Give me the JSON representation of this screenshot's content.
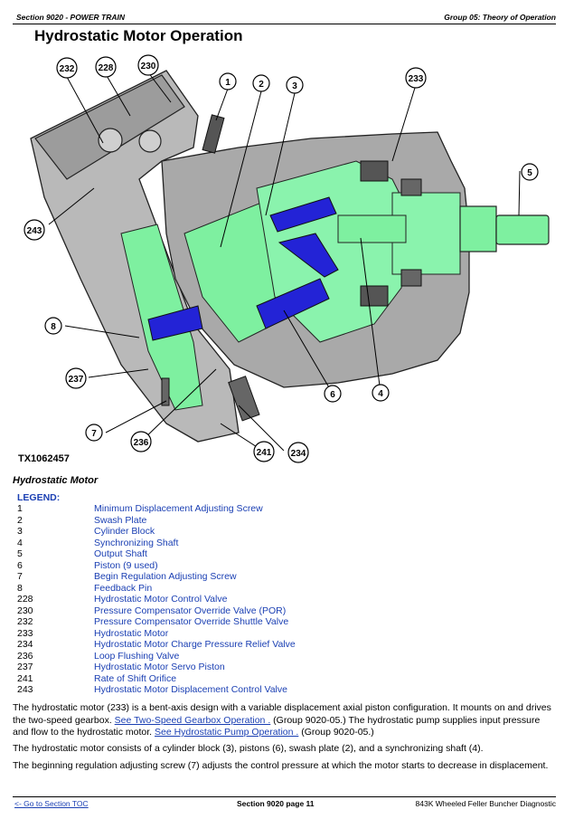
{
  "header": {
    "section": "Section 9020 - POWER TRAIN",
    "group": "Group 05: Theory of Operation"
  },
  "title": "Hydrostatic Motor Operation",
  "figure": {
    "id": "TX1062457",
    "callouts": [
      "232",
      "228",
      "230",
      "1",
      "2",
      "3",
      "233",
      "5",
      "243",
      "8",
      "237",
      "7",
      "236",
      "241",
      "234",
      "6",
      "4"
    ]
  },
  "caption": "Hydrostatic Motor",
  "legend": {
    "title": "LEGEND:",
    "items": [
      {
        "num": "1",
        "text": "Minimum Displacement Adjusting Screw"
      },
      {
        "num": "2",
        "text": "Swash Plate"
      },
      {
        "num": "3",
        "text": "Cylinder Block"
      },
      {
        "num": "4",
        "text": "Synchronizing Shaft"
      },
      {
        "num": "5",
        "text": "Output Shaft"
      },
      {
        "num": "6",
        "text": "Piston (9 used)"
      },
      {
        "num": "7",
        "text": "Begin Regulation Adjusting Screw"
      },
      {
        "num": "8",
        "text": "Feedback Pin"
      },
      {
        "num": "228",
        "text": "Hydrostatic Motor Control Valve"
      },
      {
        "num": "230",
        "text": "Pressure Compensator Override Valve (POR)"
      },
      {
        "num": "232",
        "text": "Pressure Compensator Override Shuttle Valve"
      },
      {
        "num": "233",
        "text": "Hydrostatic Motor"
      },
      {
        "num": "234",
        "text": "Hydrostatic Motor Charge Pressure Relief Valve"
      },
      {
        "num": "236",
        "text": "Loop Flushing Valve"
      },
      {
        "num": "237",
        "text": "Hydrostatic Motor Servo Piston"
      },
      {
        "num": "241",
        "text": "Rate of Shift Orifice"
      },
      {
        "num": "243",
        "text": "Hydrostatic Motor Displacement Control Valve"
      }
    ]
  },
  "paragraphs": {
    "p1_a": "The hydrostatic motor (233) is a bent-axis design with a variable displacement axial piston configuration. It mounts on and drives the two-speed gearbox. ",
    "p1_link1": "See Two-Speed Gearbox Operation .",
    "p1_b": " (Group 9020-05.) The hydrostatic pump supplies input pressure and flow to the hydrostatic motor. ",
    "p1_link2": "See Hydrostatic Pump Operation .",
    "p1_c": " (Group 9020-05.)",
    "p2": "The hydrostatic motor consists of a cylinder block (3), pistons (6), swash plate (2), and a synchronizing shaft (4).",
    "p3": "The beginning regulation adjusting screw (7) adjusts the control pressure at which the motor starts to decrease in displacement."
  },
  "footer": {
    "toc": "<- Go to Section TOC",
    "page": "Section 9020 page 11",
    "doc": "843K Wheeled Feller Buncher Diagnostic"
  }
}
